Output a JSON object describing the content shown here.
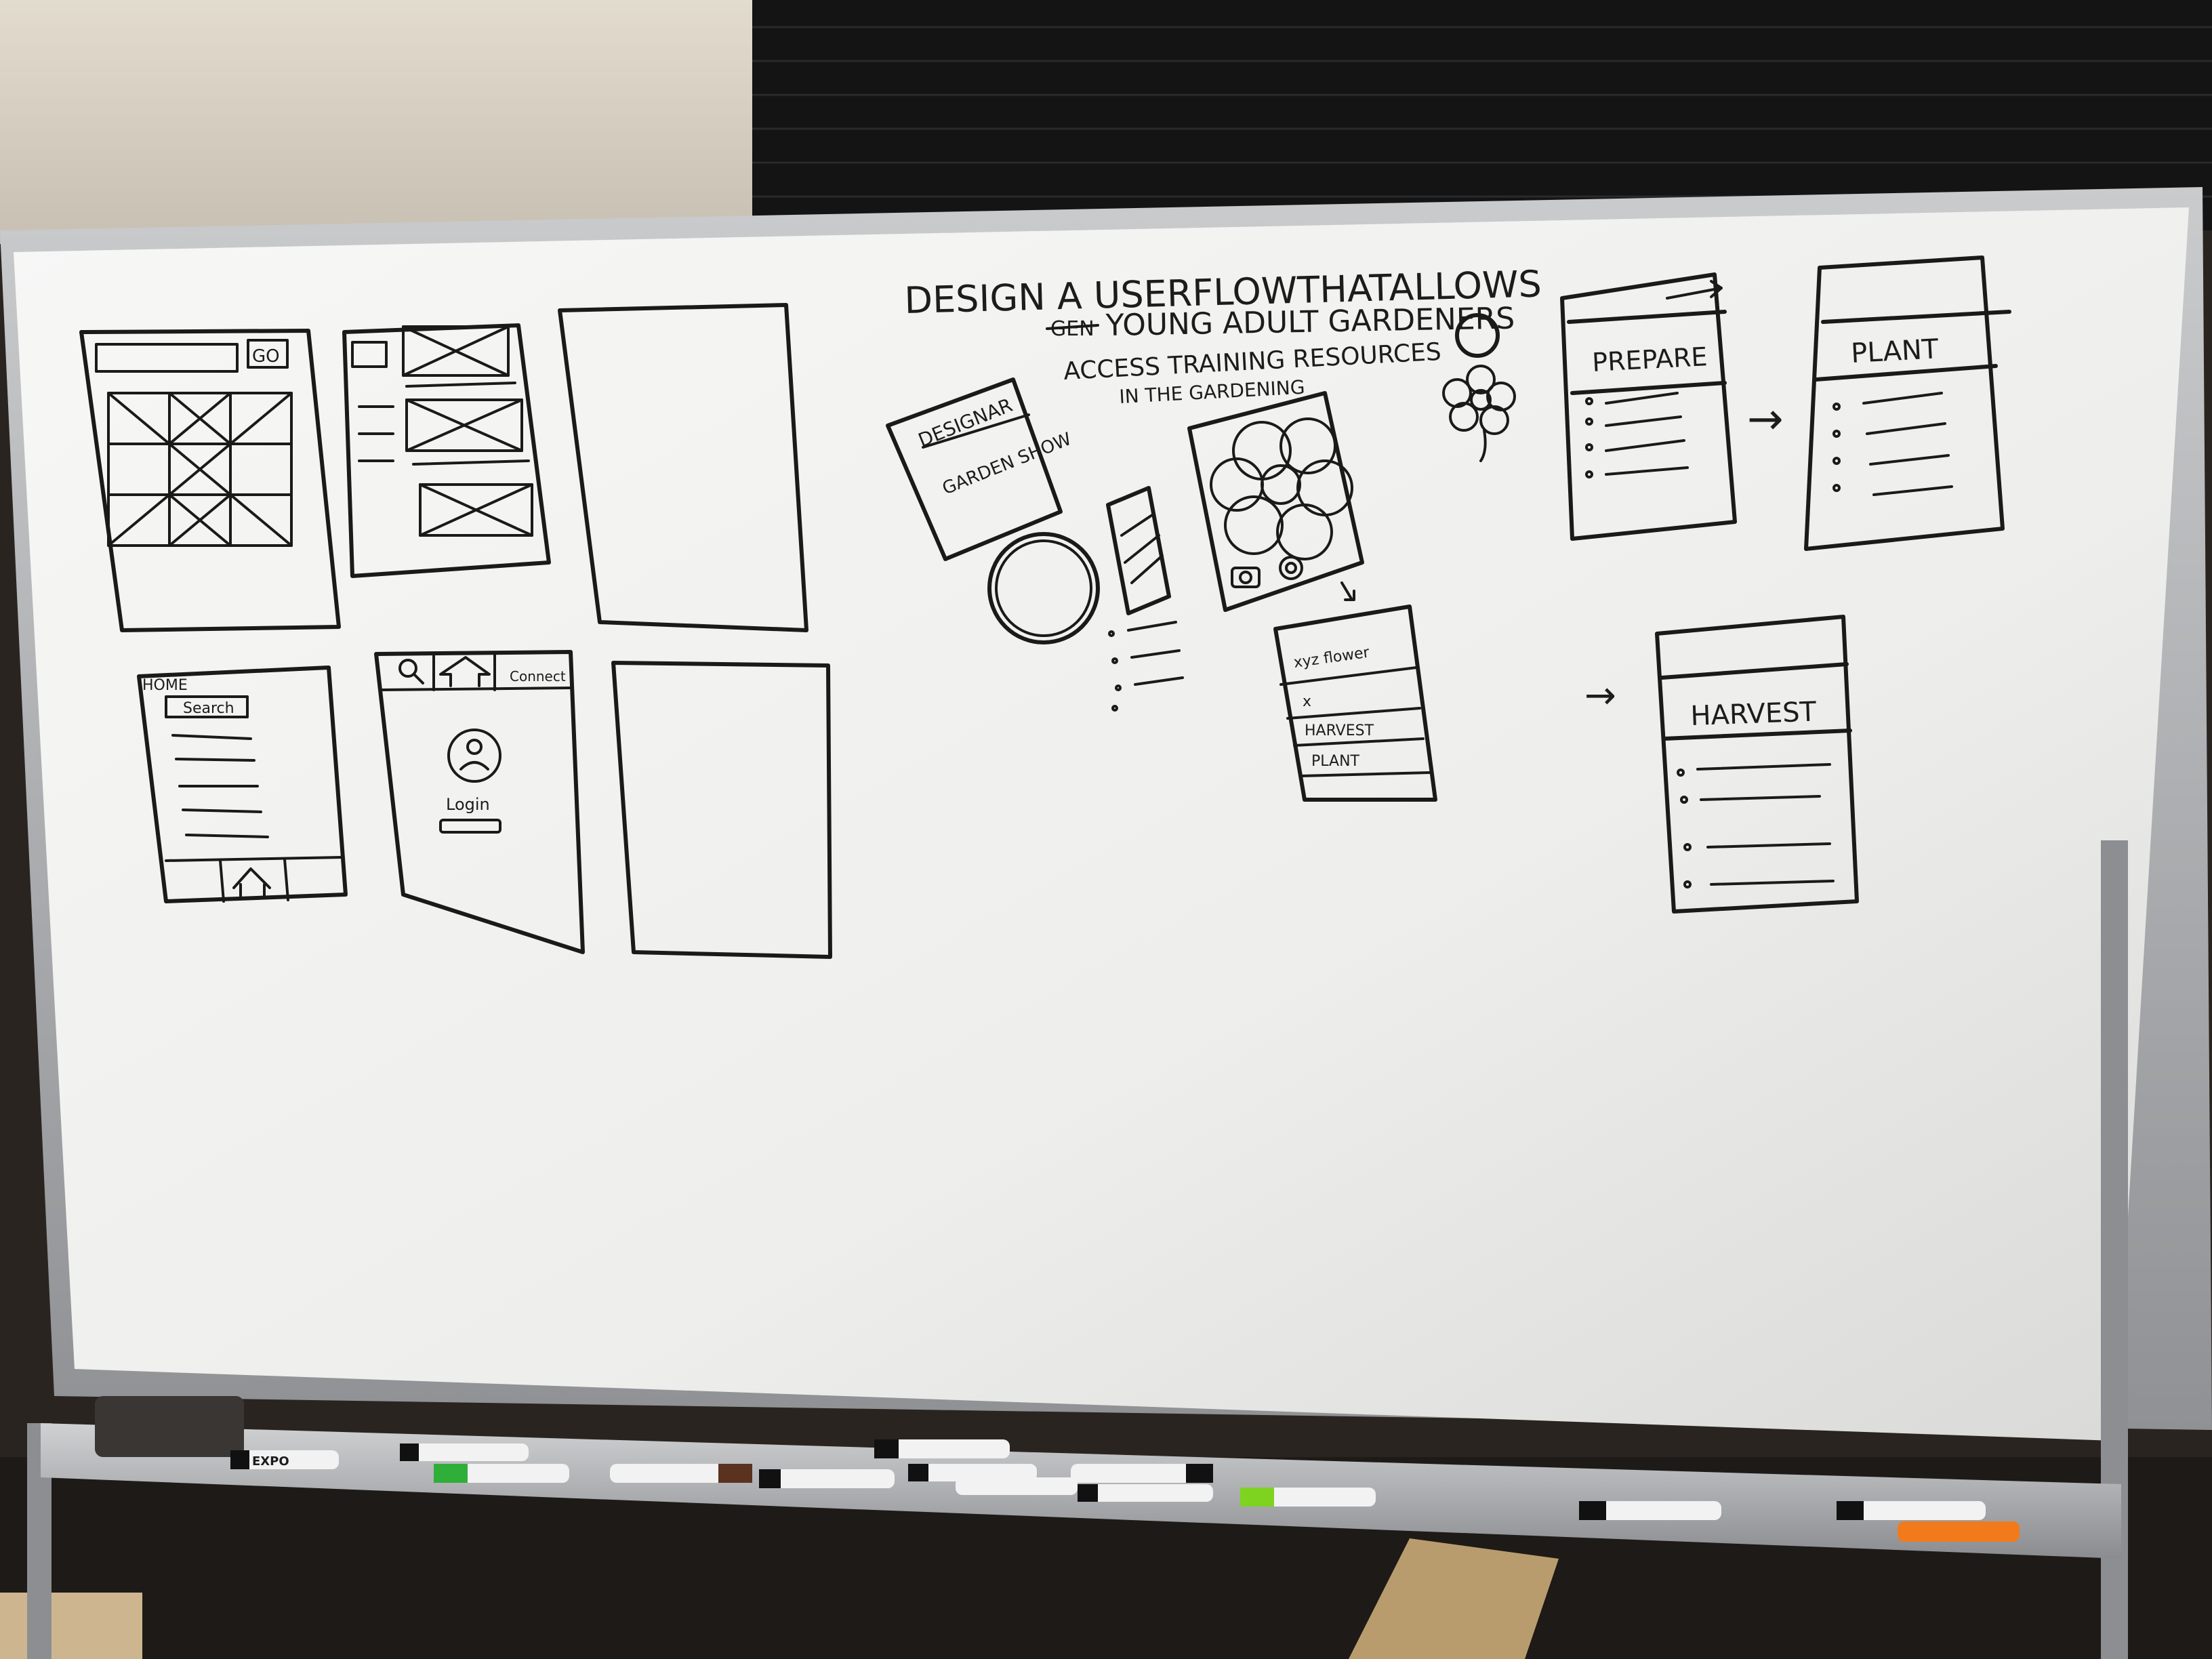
{
  "board": {
    "title_lines": [
      "DESIGN A USERFLOWTHATALLOWS",
      "YOUNG ADULT GARDENERS",
      "ACCESS TRAINING RESOURCES",
      "IN THE GARDENING"
    ],
    "struck_word": "GEN",
    "wireframes": {
      "grid_search_go": "GO",
      "home_label": "HOME",
      "search_label": "Search",
      "connect_label": "Connect",
      "login_label": "Login",
      "card_title_1": "DESIGNAR",
      "card_title_2": "GARDEN SHOW",
      "list_item_1": "xyz flower",
      "list_item_2": "x",
      "list_item_3": "HARVEST",
      "list_item_4": "PLANT"
    },
    "flow": {
      "prepare": "PREPARE",
      "plant": "PLANT",
      "harvest": "HARVEST",
      "arrow": "→"
    }
  },
  "markers": {
    "brand": "EXPO",
    "colors": {
      "black": "#111111",
      "green": "#2fae3a",
      "lime": "#7ed321",
      "brown": "#5a3220",
      "orange": "#f27a1a"
    }
  },
  "colors": {
    "board": "#f1f1ef",
    "frame": "#b9bbbd",
    "wall": "#d8d2c8",
    "blinds": "#121212"
  }
}
